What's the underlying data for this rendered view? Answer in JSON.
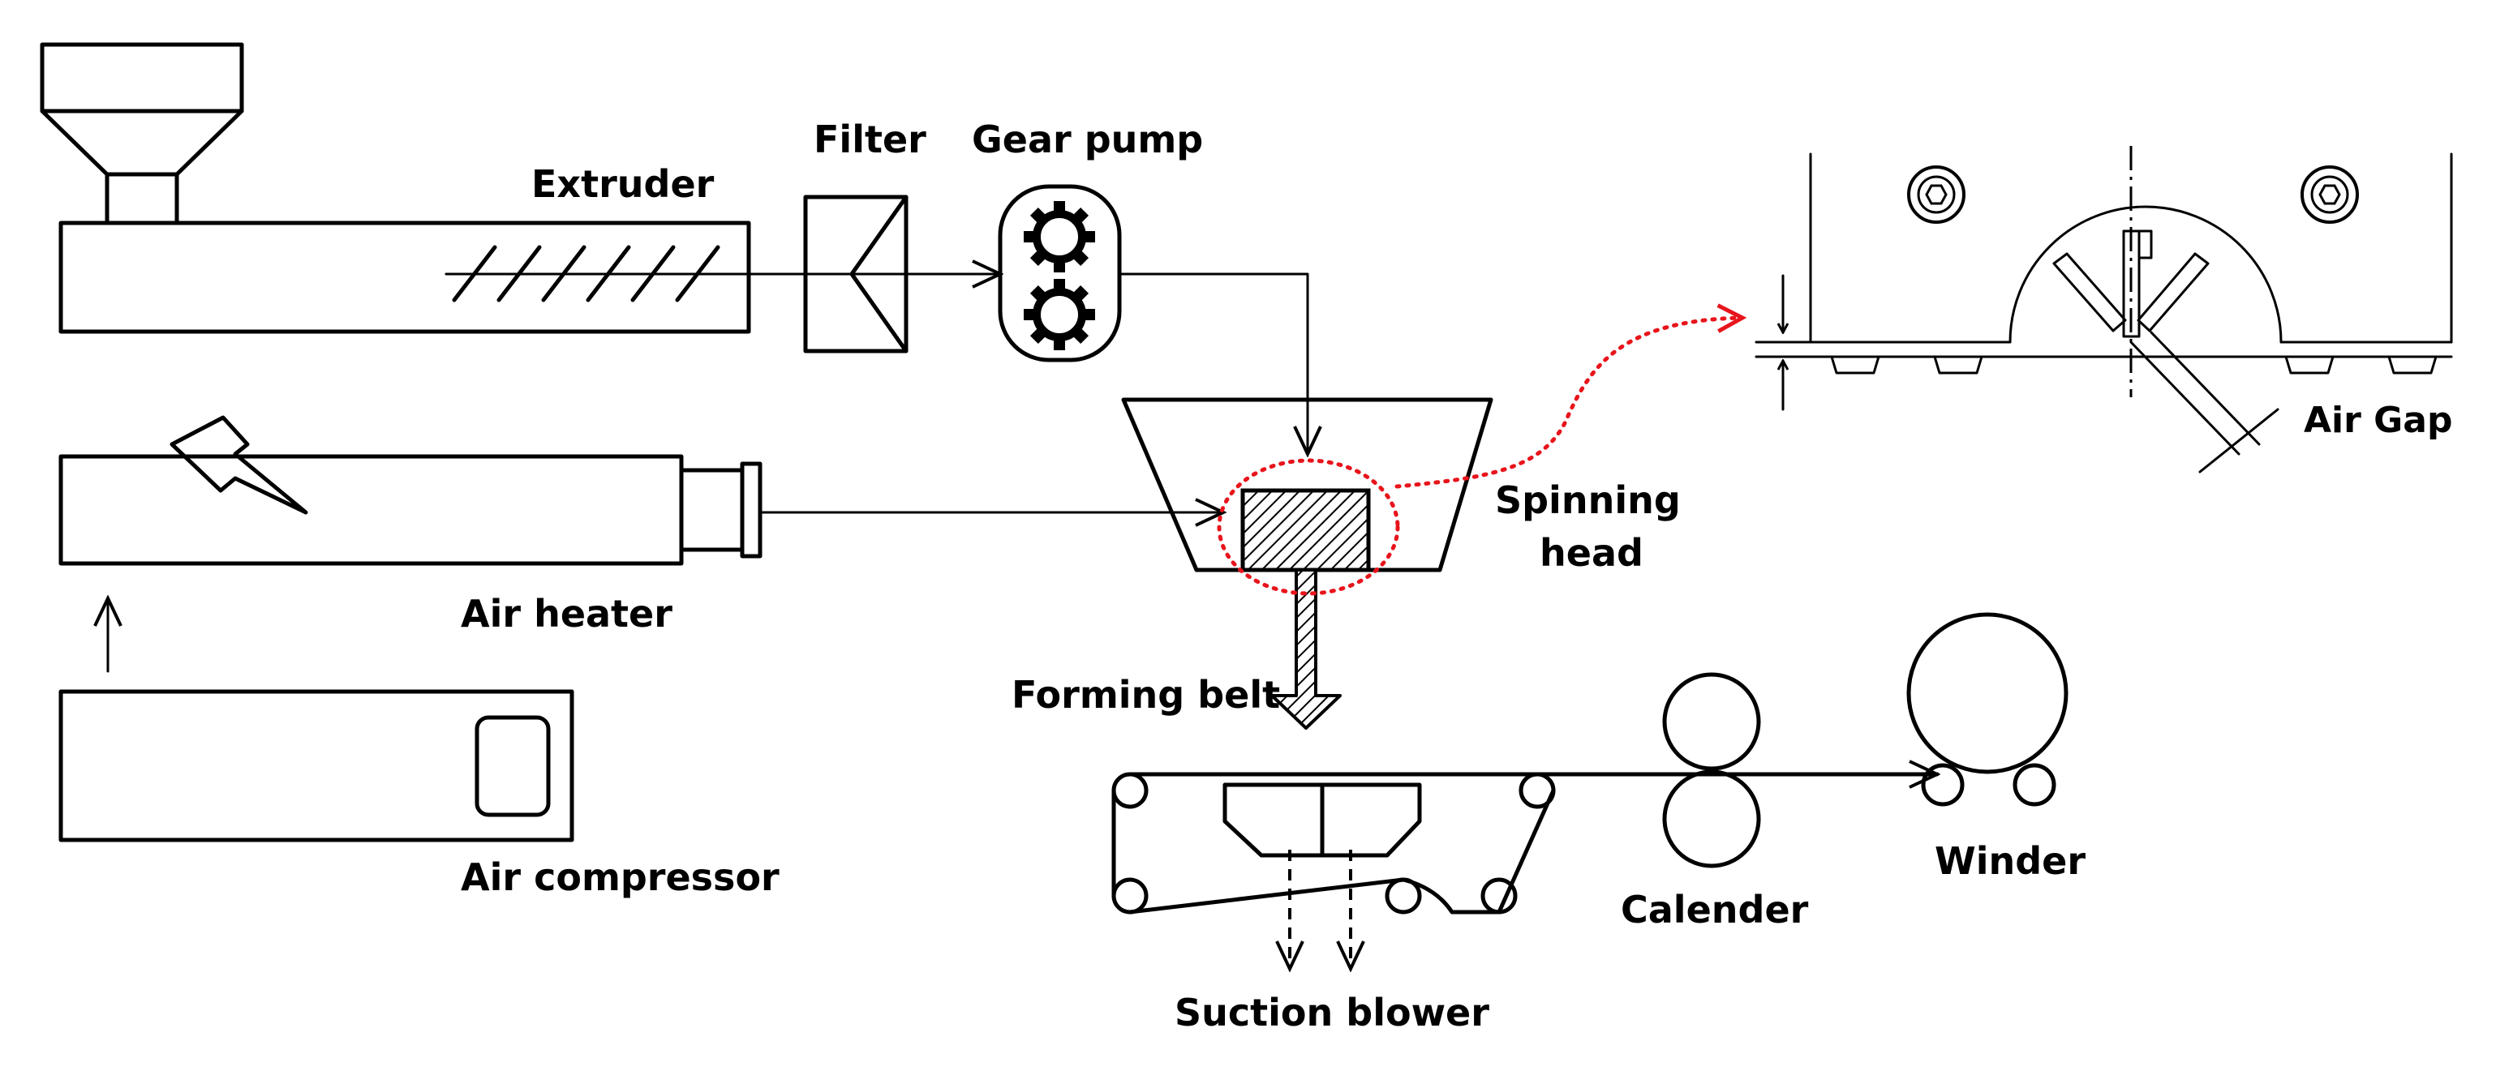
{
  "labels": {
    "extruder": "Extruder",
    "filter": "Filter",
    "gear_pump": "Gear pump",
    "air_heater": "Air heater",
    "air_compressor": "Air compressor",
    "spinning_head_line1": "Spinning",
    "spinning_head_line2": "head",
    "forming_belt": "Forming belt",
    "suction_blower": "Suction blower",
    "calender": "Calender",
    "winder": "Winder",
    "air_gap": "Air Gap"
  },
  "colors": {
    "stroke": "#000000",
    "highlight": "#e8141b",
    "background": "#ffffff"
  }
}
